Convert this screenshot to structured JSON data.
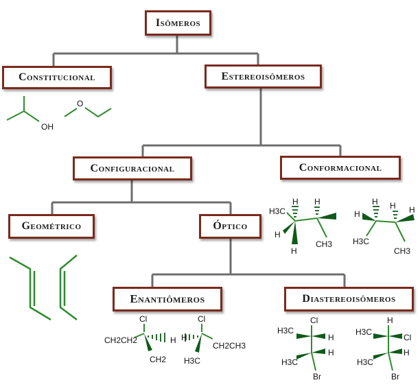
{
  "nodes": {
    "isomeros": "Isômeros",
    "constitucional": "Constitucional",
    "estereoisomeros": "Estereoisômeros",
    "configuracional": "Configuracional",
    "conformacional": "Conformacional",
    "geometrico": "Geométrico",
    "optico": "Óptico",
    "enantiomeros": "Enantiômeros",
    "diastereoisomeros": "Diastereoisômeros"
  },
  "colors": {
    "box_border": "#7a2a1c",
    "connector": "#6e6e6e",
    "molecule": "#2e8b2e",
    "wedge": "#0f5a1a"
  },
  "molecules": {
    "constitutional": {
      "oh": "OH",
      "o": "O"
    },
    "conformational": {
      "left": {
        "h3c": "H3C",
        "h_top": "H",
        "h_top_right": "H",
        "h_left": "H",
        "h_bottom": "H",
        "ch3": "CH3"
      },
      "right": {
        "h_left": "H",
        "h_top": "H",
        "h_top_right": "H",
        "h_right": "H",
        "h3c": "H3C",
        "ch3": "CH3"
      }
    },
    "enantiomers": {
      "left": {
        "cl": "Cl",
        "ch2ch2": "CH2CH2",
        "h": "H",
        "ch2": "CH2"
      },
      "right": {
        "cl": "Cl",
        "h": "H",
        "ch2ch3": "CH2CH3",
        "h3c": "H3C"
      }
    },
    "diastereomers": {
      "left": {
        "cl": "Cl",
        "h3c_top": "H3C",
        "h_1": "H",
        "h_2": "H",
        "h3c_bottom": "H3C",
        "br": "Br"
      },
      "right": {
        "h": "H",
        "h3c_top": "H3C",
        "cl": "Cl",
        "h_2": "H",
        "h3c_bottom": "H3C",
        "br": "Br"
      }
    }
  }
}
